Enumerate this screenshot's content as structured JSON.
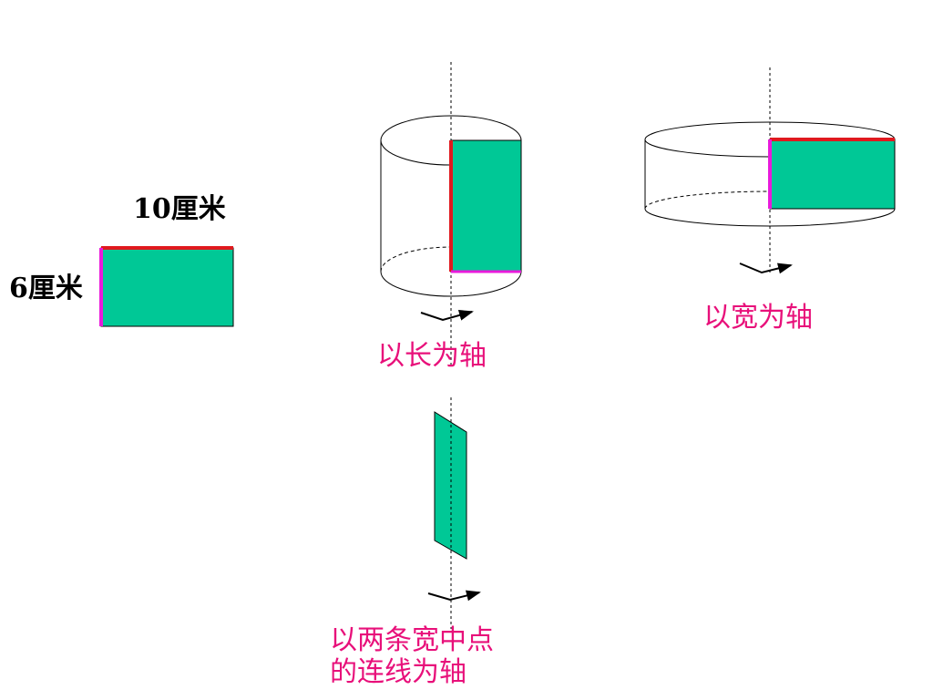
{
  "labels": {
    "length": "10厘米",
    "width": "6厘米"
  },
  "captions": {
    "long_axis": "以长为轴",
    "wide_axis": "以宽为轴",
    "midline_axis_line1": "以两条宽中点",
    "midline_axis_line2": "的连线为轴"
  },
  "colors": {
    "fill": "#00c896",
    "length_edge": "#e0191e",
    "width_edge": "#e81adb",
    "caption": "#e8107a"
  }
}
